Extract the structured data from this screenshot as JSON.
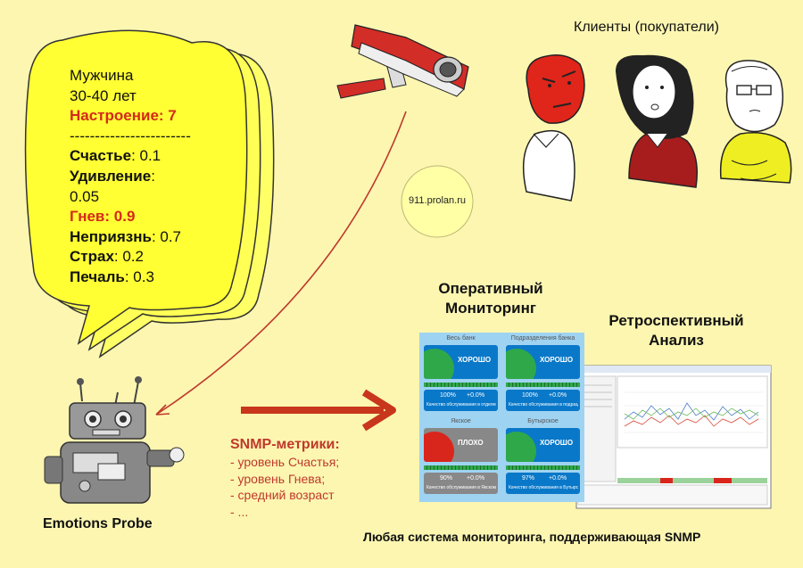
{
  "bubble": {
    "lines": [
      {
        "text": "Мужчина",
        "style": "plain"
      },
      {
        "text": "30-40 лет",
        "style": "plain"
      },
      {
        "text": "Настроение: 7",
        "style": "red"
      },
      {
        "text": "------------------------",
        "style": "plain"
      },
      {
        "label": "Счастье",
        "value": ": 0.1"
      },
      {
        "label": "Удивление",
        "value": ":"
      },
      {
        "text": "0.05",
        "style": "plain"
      },
      {
        "text": "Гнев: 0.9",
        "style": "red"
      },
      {
        "label": "Неприязнь",
        "value": ": 0.7"
      },
      {
        "label": "Страх",
        "value": ": 0.2"
      },
      {
        "label": "Печаль",
        "value": ": 0.3"
      }
    ]
  },
  "clients_label": "Клиенты (покупатели)",
  "circle_label": "911.prolan.ru",
  "operative_title": [
    "Оперативный",
    "Мониторинг"
  ],
  "retro_title": [
    "Ретроспективный",
    "Анализ"
  ],
  "probe_label": "Emotions Probe",
  "snmp": {
    "header": "SNMP-метрики:",
    "items": [
      "- уровень Счастья;",
      "- уровень Гнева;",
      "- средний возраст",
      "- ..."
    ]
  },
  "footer": "Любая система мониторинга, поддерживающая SNMP",
  "dashboard": {
    "tiles": [
      {
        "title": "Весь банк",
        "status": "ХОРОШО",
        "pct": "100%",
        "delta": "+0.0%",
        "caption": "Качество обслуживания в отделен...",
        "state": "good"
      },
      {
        "title": "Подразделения банка",
        "status": "ХОРОШО",
        "pct": "100%",
        "delta": "+0.0%",
        "caption": "Качество обслуживания в подразд...",
        "state": "good"
      },
      {
        "title": "Якское",
        "status": "ПЛОХО",
        "pct": "90%",
        "delta": "+0.0%",
        "caption": "Качество обслуживания в Якском",
        "state": "bad"
      },
      {
        "title": "Бутырское",
        "status": "ХОРОШО",
        "pct": "97%",
        "delta": "+0.0%",
        "caption": "Качество обслуживания в Бутырском",
        "state": "good"
      }
    ]
  },
  "colors": {
    "background": "#fcf6b1",
    "bubble": "#ffff33",
    "accent_red": "#d42a1a",
    "arrow": "#c8361b",
    "dashboard_bg": "#9fd3f2",
    "tile_blue": "#0a78c8",
    "good_green": "#2fa84a",
    "bad_red": "#d9261c"
  },
  "icons": [
    "security-camera-icon",
    "red-angry-client-icon",
    "woman-client-icon",
    "man-with-glasses-client-icon",
    "robot-probe-icon"
  ]
}
